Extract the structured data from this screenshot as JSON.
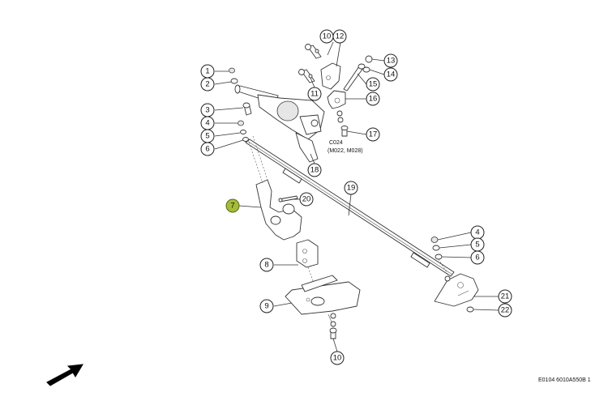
{
  "annotation": {
    "line1": "C024",
    "line2": "(M022, M028)"
  },
  "footer_code": "E0104 6010A550B 1",
  "highlight_color": "#a3bd3a",
  "callouts": [
    "1",
    "2",
    "3",
    "4",
    "5",
    "6",
    "7",
    "8",
    "9",
    "10",
    "11",
    "12",
    "13",
    "14",
    "15",
    "16",
    "17",
    "18",
    "19",
    "20",
    "21",
    "22",
    "4",
    "5",
    "6",
    "10"
  ],
  "arrow_icon": "direction-arrow-icon"
}
